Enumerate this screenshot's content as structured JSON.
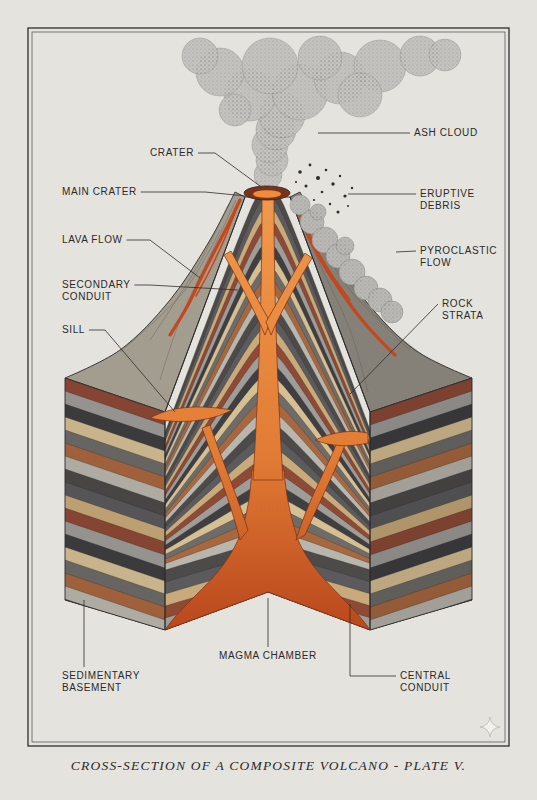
{
  "diagram": {
    "caption": "CROSS-SECTION OF A COMPOSITE VOLCANO - PLATE V.",
    "labels": [
      "ASH CLOUD",
      "CRATER",
      "MAIN CRATER",
      "ERUPTIVE DEBRIS",
      "LAVA FLOW",
      "PYROCLASTIC FLOW",
      "SECONDARY CONDUIT",
      "ROCK STRATA",
      "SILL",
      "MAGMA CHAMBER",
      "SEDIMENTARY BASEMENT",
      "CENTRAL CONDUIT"
    ]
  }
}
